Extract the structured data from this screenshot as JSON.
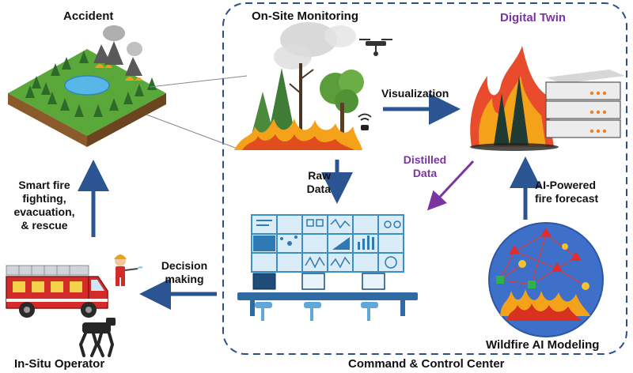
{
  "labels": {
    "accident": "Accident",
    "on_site": "On-Site Monitoring",
    "digital_twin": "Digital Twin",
    "visualization": "Visualization",
    "distilled_1": "Distilled",
    "distilled_2": "Data",
    "raw_1": "Raw",
    "raw_2": "Data",
    "ai_forecast_1": "AI-Powered",
    "ai_forecast_2": "fire forecast",
    "smart_1": "Smart fire",
    "smart_2": "fighting,",
    "smart_3": "evacuation,",
    "smart_4": "& rescue",
    "decision_1": "Decision",
    "decision_2": "making",
    "wildfire_ai": "Wildfire AI Modeling",
    "in_situ": "In-Situ Operator",
    "command": "Command & Control Center"
  },
  "colors": {
    "arrow_blue": "#2b5592",
    "arrow_purple": "#7a35a0",
    "dashed_border": "#2b4f8a",
    "panel_blue": "#3b8fc4",
    "flame_orange": "#f5a21b",
    "flame_red": "#d9311f"
  },
  "icons": [
    "forest-island",
    "fire-trees",
    "drone",
    "sensor",
    "fire-server",
    "control-room",
    "ai-network-globe",
    "fire-truck",
    "firefighter",
    "robot-dog"
  ]
}
